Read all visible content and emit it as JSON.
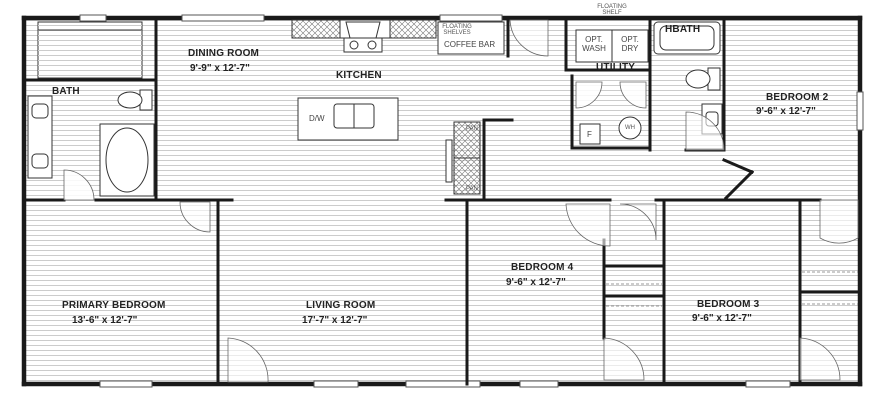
{
  "rooms": {
    "dining": {
      "name": "DINING ROOM",
      "dims": "9'-9\" x 12'-7\""
    },
    "kitchen": {
      "name": "KITCHEN"
    },
    "bath": {
      "name": "BATH"
    },
    "hbath": {
      "name": "HBATH"
    },
    "utility": {
      "name": "UTILITY"
    },
    "bedroom2": {
      "name": "BEDROOM 2",
      "dims": "9'-6\" x 12'-7\""
    },
    "primary": {
      "name": "PRIMARY BEDROOM",
      "dims": "13'-6\" x 12'-7\""
    },
    "living": {
      "name": "LIVING ROOM",
      "dims": "17'-7\" x 12'-7\""
    },
    "bedroom4": {
      "name": "BEDROOM 4",
      "dims": "9'-6\" x 12'-7\""
    },
    "bedroom3": {
      "name": "BEDROOM 3",
      "dims": "9'-6\" x 12'-7\""
    }
  },
  "fixtures": {
    "floating_shelf": "FLOATING SHELF",
    "floating_shelves": "FLOATING SHELVES",
    "coffee_bar": "COFFEE BAR",
    "opt_wash": [
      "OPT.",
      "WASH"
    ],
    "opt_dry": [
      "OPT.",
      "DRY"
    ],
    "dishwasher": "D/W",
    "pantry": "PAN",
    "furnace": "F",
    "water_heater": "WH"
  },
  "colors": {
    "wall": "#1a1a1a",
    "line": "#c9c9c9",
    "floor": "#ffffff"
  }
}
